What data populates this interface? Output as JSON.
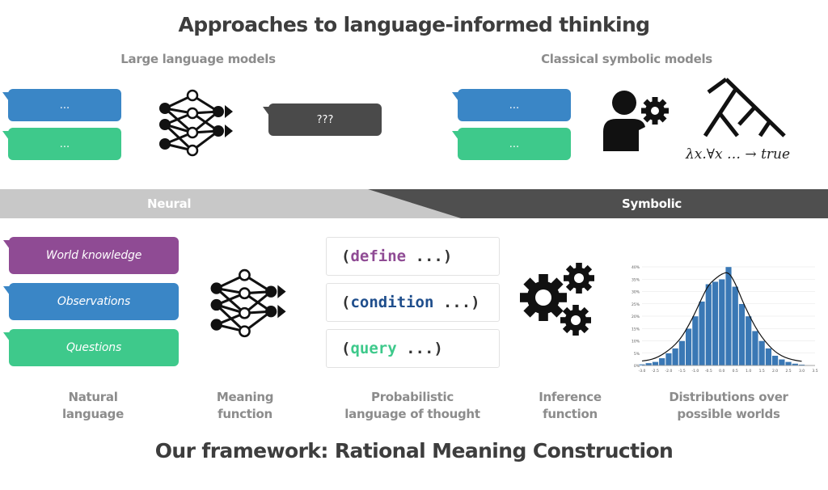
{
  "title": "Approaches to language-informed thinking",
  "llm": {
    "heading": "Large language models",
    "bubble_top": "...",
    "bubble_bottom": "...",
    "output": "???"
  },
  "classical": {
    "heading": "Classical symbolic models",
    "bubble_top": "...",
    "bubble_bottom": "...",
    "formula": "λx.∀x … → true"
  },
  "spectrum": {
    "left_label": "Neural",
    "right_label": "Symbolic"
  },
  "framework": {
    "inputs": {
      "world_knowledge": "World knowledge",
      "observations": "Observations",
      "questions": "Questions"
    },
    "code": {
      "define_kw": "define",
      "condition_kw": "condition",
      "query_kw": "query",
      "open_paren": "(",
      "rest": " ...)"
    },
    "labels": {
      "natural_language": [
        "Natural",
        "language"
      ],
      "meaning_function": [
        "Meaning",
        "function"
      ],
      "plot": [
        "Probabilistic",
        "language of thought"
      ],
      "inference": [
        "Inference",
        "function"
      ],
      "distributions": [
        "Distributions over",
        "possible worlds"
      ]
    },
    "title": "Our framework: Rational Meaning Construction"
  },
  "chart_data": {
    "type": "bar",
    "x": [
      -3.0,
      -2.75,
      -2.5,
      -2.25,
      -2.0,
      -1.75,
      -1.5,
      -1.25,
      -1.0,
      -0.75,
      -0.5,
      -0.25,
      0.0,
      0.25,
      0.5,
      0.75,
      1.0,
      1.25,
      1.5,
      1.75,
      2.0,
      2.25,
      2.5,
      2.75,
      3.0
    ],
    "values": [
      0.5,
      1,
      1.5,
      3,
      5,
      7,
      10,
      15,
      20,
      26,
      33,
      34,
      35,
      40,
      32,
      25,
      20,
      14,
      10,
      7,
      4,
      2.5,
      1.5,
      0.8,
      0.4
    ],
    "xticks": [
      "-3.0",
      "-2.5",
      "-2.0",
      "-1.5",
      "-1.0",
      "-0.5",
      "0.0",
      "0.5",
      "1.0",
      "1.5",
      "2.0",
      "2.5",
      "3.0",
      "3.5"
    ],
    "yticks": [
      "0%",
      "5%",
      "10%",
      "15%",
      "20%",
      "25%",
      "30%",
      "35%",
      "40%"
    ],
    "ylim": [
      0,
      40
    ],
    "xlim": [
      -3.0,
      3.5
    ],
    "bar_color": "#3a78b5",
    "density_curve": true
  }
}
